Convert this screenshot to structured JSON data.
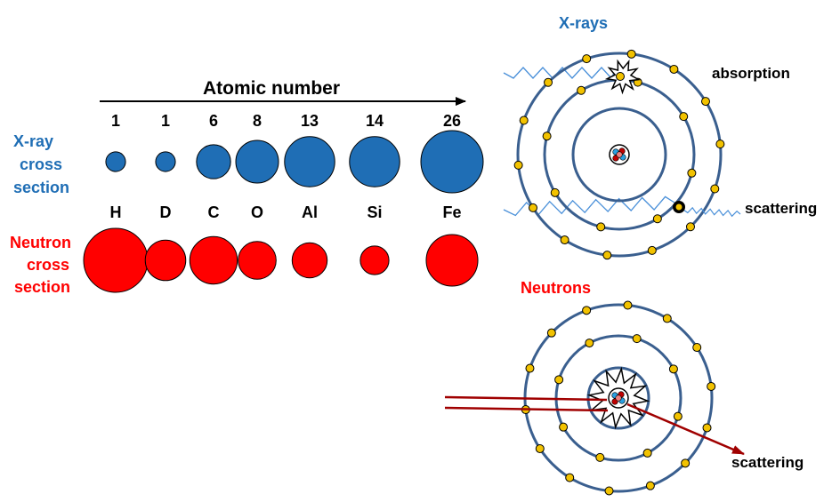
{
  "colors": {
    "xray_blue": "#1f6eb5",
    "neutron_red": "#ff0000",
    "orbit": "#3a5f8f",
    "electron": "#f2c200",
    "arrow_dark_red": "#a00000",
    "wave_blue": "#4a90d9"
  },
  "axis": {
    "title": "Atomic number"
  },
  "labels": {
    "xray_cross_section": [
      "X-ray",
      "cross",
      "section"
    ],
    "neutron_cross_section": [
      "Neutron",
      "cross",
      "section"
    ],
    "xrays_title": "X-rays",
    "absorption": "absorption",
    "scattering_xray": "scattering",
    "neutrons_title": "Neutrons",
    "scattering_neutron": "scattering"
  },
  "elements": [
    {
      "symbol": "H",
      "atomic_number": "1",
      "xray_size": 1.0,
      "neutron_size": 10.0
    },
    {
      "symbol": "D",
      "atomic_number": "1",
      "xray_size": 1.0,
      "neutron_size": 4.0
    },
    {
      "symbol": "C",
      "atomic_number": "6",
      "xray_size": 3.0,
      "neutron_size": 5.5
    },
    {
      "symbol": "O",
      "atomic_number": "8",
      "xray_size": 4.7,
      "neutron_size": 3.5
    },
    {
      "symbol": "Al",
      "atomic_number": "13",
      "xray_size": 6.5,
      "neutron_size": 3.0
    },
    {
      "symbol": "Si",
      "atomic_number": "14",
      "xray_size": 6.5,
      "neutron_size": 2.0
    },
    {
      "symbol": "Fe",
      "atomic_number": "26",
      "xray_size": 10.0,
      "neutron_size": 6.5
    }
  ]
}
